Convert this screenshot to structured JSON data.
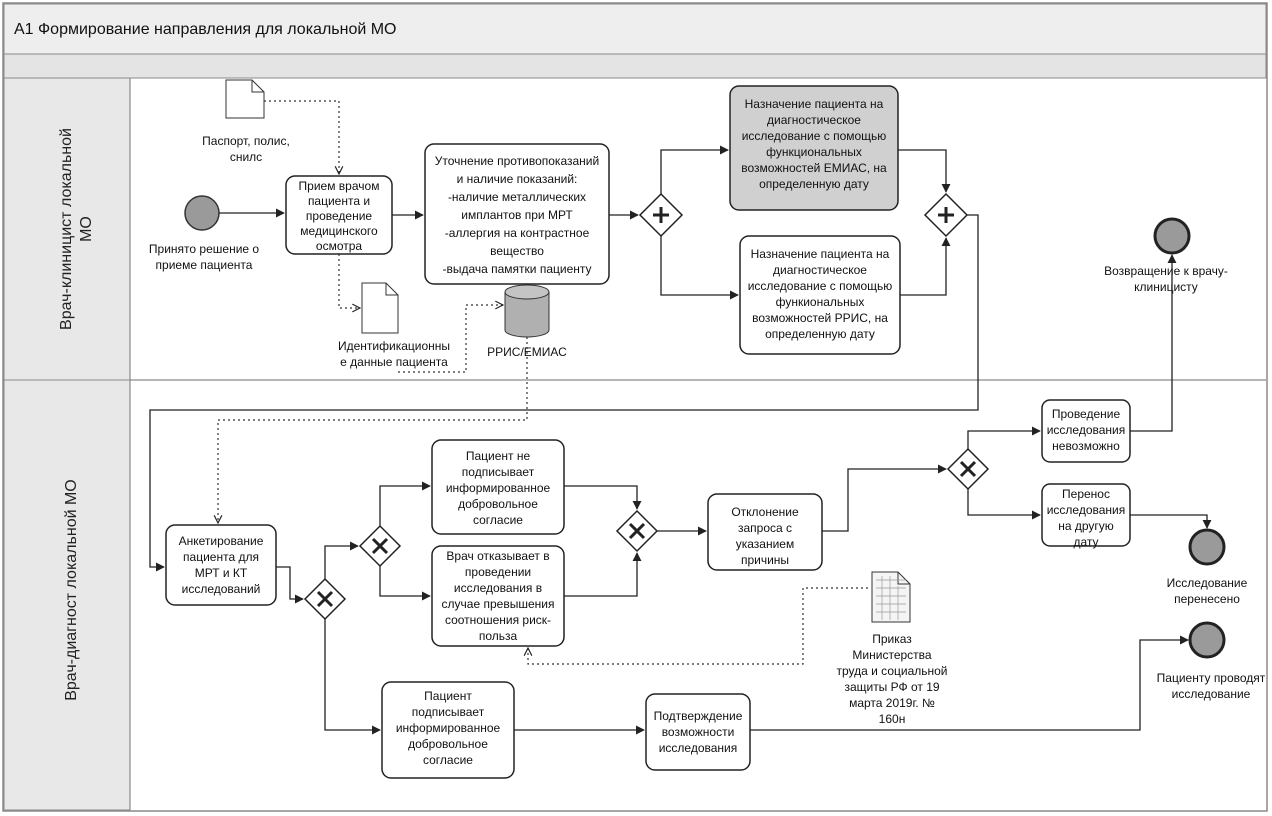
{
  "title": "А1 Формирование направления для локальной МО",
  "lanes": {
    "top": "Врач-клиницист локальной МО",
    "bottom": "Врач-диагност локальной МО"
  },
  "events": {
    "start": "Принято решение о приеме пациента",
    "return": "Возвращение к врачу-клиницисту",
    "rescheduled": "Исследование перенесено",
    "performed": "Пациенту проводят исследование"
  },
  "documents": {
    "passport": "Паспорт, полис, снилс",
    "ident": "Идентификационные данные пациента",
    "order": "Приказ Министерства труда и социальной защиты РФ от 19 марта 2019г. № 160н"
  },
  "database": "РРИС/ЕМИАС",
  "tasks": {
    "intake": "Прием врачом пациента и проведение медицинского осмотра",
    "clarify": "Уточнение противопоказаний и наличие показаний: -наличие металлических имплантов при МРТ -аллергия на контрастное вещество -выдача памятки пациенту",
    "emias": "Назначение пациента на диагностическое исследование с помощью функциональных возможностей ЕМИАС, на определенную дату",
    "rris": "Назначение пациента на диагностическое исследование с помощью функиональных возможностей РРИС, на определенную дату",
    "survey": "Анкетирование пациента для МРТ и КТ исследований",
    "notsign": "Пациент не подписывает информированное добровольное согласие",
    "refuse": "Врач отказывает в проведении исследования в случае превышения соотношения риск-польза",
    "reject": "Отклонение запроса с указанием причины",
    "impossible": "Проведение исследования невозможно",
    "move": "Перенос исследования на другую дату",
    "sign": "Пациент подписывает информированное добровольное согласие",
    "confirm": "Подтверждение возможности исследования"
  },
  "colors": {
    "line": "#222222",
    "eventFill": "#9a9a9a",
    "shadedTask": "#d0d0d0",
    "header": "#eeeeee",
    "laneHeader": "#e8e8e8",
    "border": "#8a8a8a"
  }
}
